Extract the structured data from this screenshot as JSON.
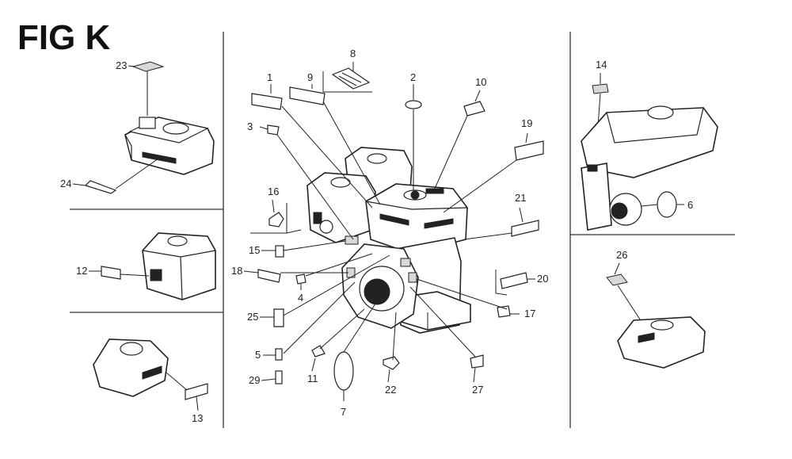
{
  "figure": {
    "title": "FIG K"
  },
  "callouts": [
    "1",
    "2",
    "3",
    "4",
    "5",
    "6",
    "7",
    "8",
    "9",
    "10",
    "11",
    "12",
    "13",
    "14",
    "15",
    "16",
    "17",
    "18",
    "19",
    "20",
    "21",
    "22",
    "23",
    "24",
    "25",
    "26",
    "27",
    "29"
  ]
}
